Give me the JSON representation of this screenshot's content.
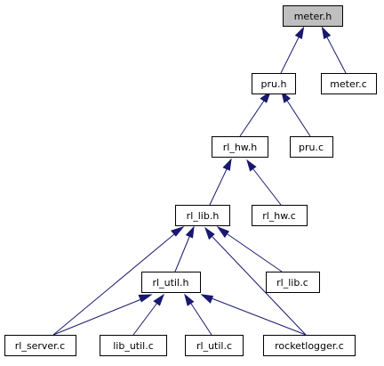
{
  "nodes": {
    "meter_h": "meter.h",
    "pru_h": "pru.h",
    "meter_c": "meter.c",
    "rl_hw_h": "rl_hw.h",
    "pru_c": "pru.c",
    "rl_lib_h": "rl_lib.h",
    "rl_hw_c": "rl_hw.c",
    "rl_util_h": "rl_util.h",
    "rl_lib_c": "rl_lib.c",
    "rl_server_c": "rl_server.c",
    "lib_util_c": "lib_util.c",
    "rl_util_c": "rl_util.c",
    "rocketlogger_c": "rocketlogger.c"
  },
  "colors": {
    "edge": "#191970",
    "root_fill": "#bfbfbf",
    "node_fill": "#ffffff",
    "node_border": "#000000"
  }
}
